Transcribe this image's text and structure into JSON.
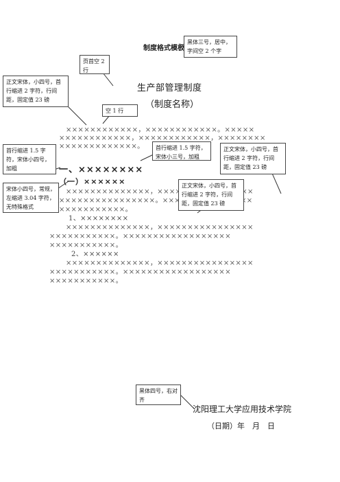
{
  "document": {
    "format_title": "制度格式模板",
    "title": "生产部管理制度",
    "subtitle": "（制度名称）",
    "body_lines": [
      "××××××××××××，××××××××××××。×××××",
      "××××××××××××，××××××××××××，××××××××",
      "×××××××××××××。"
    ],
    "heading1": "一、××××××××",
    "heading2": "（一）××××××",
    "section_lines": [
      "××××××××××××××，××××××××××××××××",
      "××××××××××××××××。×××××××××××××××",
      "×××××××××××。"
    ],
    "item1": "1、××××××××",
    "item1_lines": [
      "××××××××××××××，××××××××××××××××",
      "×××××××××××。××××××××××××××××××",
      "×××××××××××。"
    ],
    "item2": "2、××××××",
    "item2_lines": [
      "××××××××××××××，××××××××××××××××",
      "×××××××××××。××××××××××××××××××",
      "×××××××××××。"
    ],
    "school": "沈阳理工大学应用技术学院",
    "date": "（日期）年　月　日"
  },
  "callouts": {
    "title_font": "黑体三号，居中，字间空 2 个字",
    "page_top": "页首空 2 行",
    "body_font": "正文宋体，小四号，首行缩进 2 字符，行间距，固定值 23 磅",
    "blank_line": "空 1 行",
    "heading_font": "首行缩进 1.5 字符，宋体小四号，加粗",
    "level1_font": "首行缩进 1.5 字符，宋体小三号，加粗",
    "right_body_font": "正文宋体，小四号，首行缩进 2 字符，行间距，固定值 23 磅",
    "mid_body_font": "正文宋体，小四号，首行缩进 2 字符，行间距，固定值 23 磅",
    "numbered_font": "宋体小四号，常规，左缩进 3.04 字符，无特殊格式",
    "signature_font": "黑体四号，右对齐"
  }
}
